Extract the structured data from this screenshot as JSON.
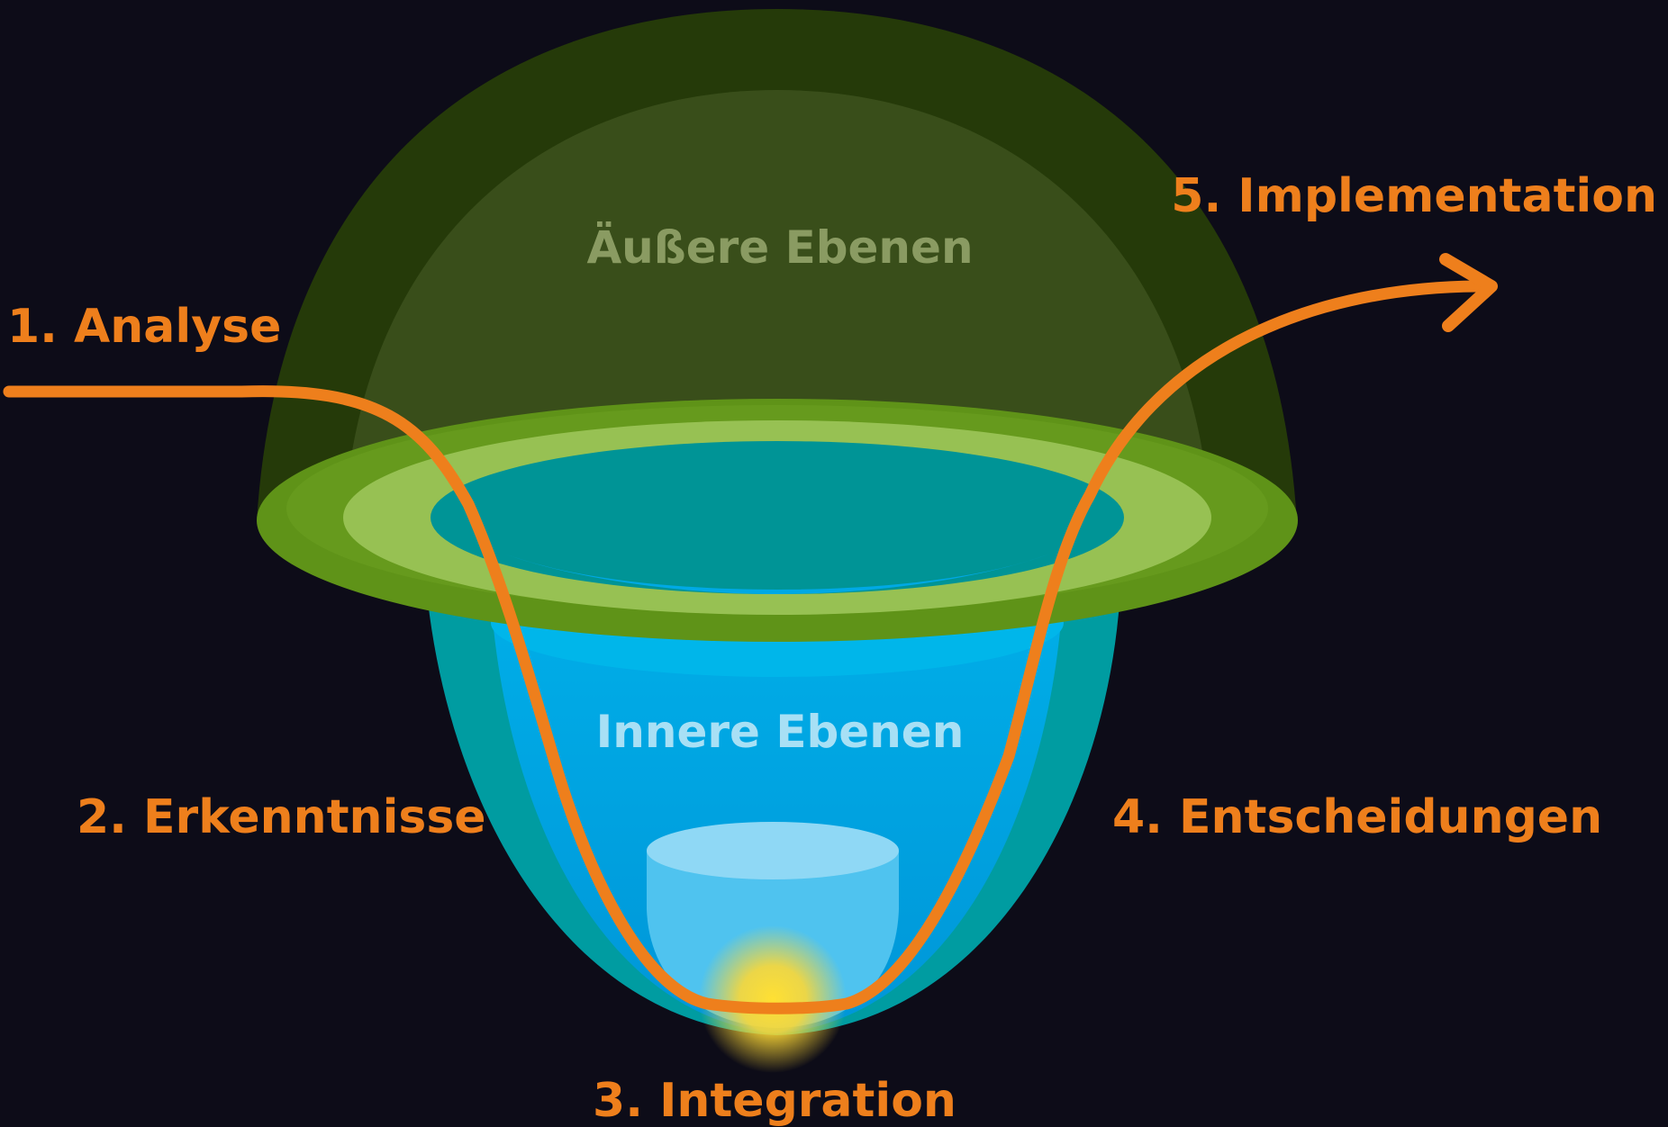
{
  "levels": {
    "outer_label": "Äußere Ebenen",
    "inner_label": "Innere Ebenen"
  },
  "steps": [
    {
      "label": "1. Analyse"
    },
    {
      "label": "2. Erkenntnisse"
    },
    {
      "label": "3. Integration"
    },
    {
      "label": "4. Entscheidungen"
    },
    {
      "label": "5. Implementation"
    }
  ],
  "colors": {
    "background": "#0d0c18",
    "path": "#ee7f1c",
    "outer_dome": "#253a09",
    "inner_dome": "#3a4f1b",
    "ring_outer": "#5f9318",
    "ring_inner": "#97c153",
    "bowl_outer": "#009ca1",
    "bowl_inner": "#00a0e0",
    "core": "#fdd835",
    "outer_label": "#8a9b62",
    "inner_label": "#a8e0f5"
  }
}
